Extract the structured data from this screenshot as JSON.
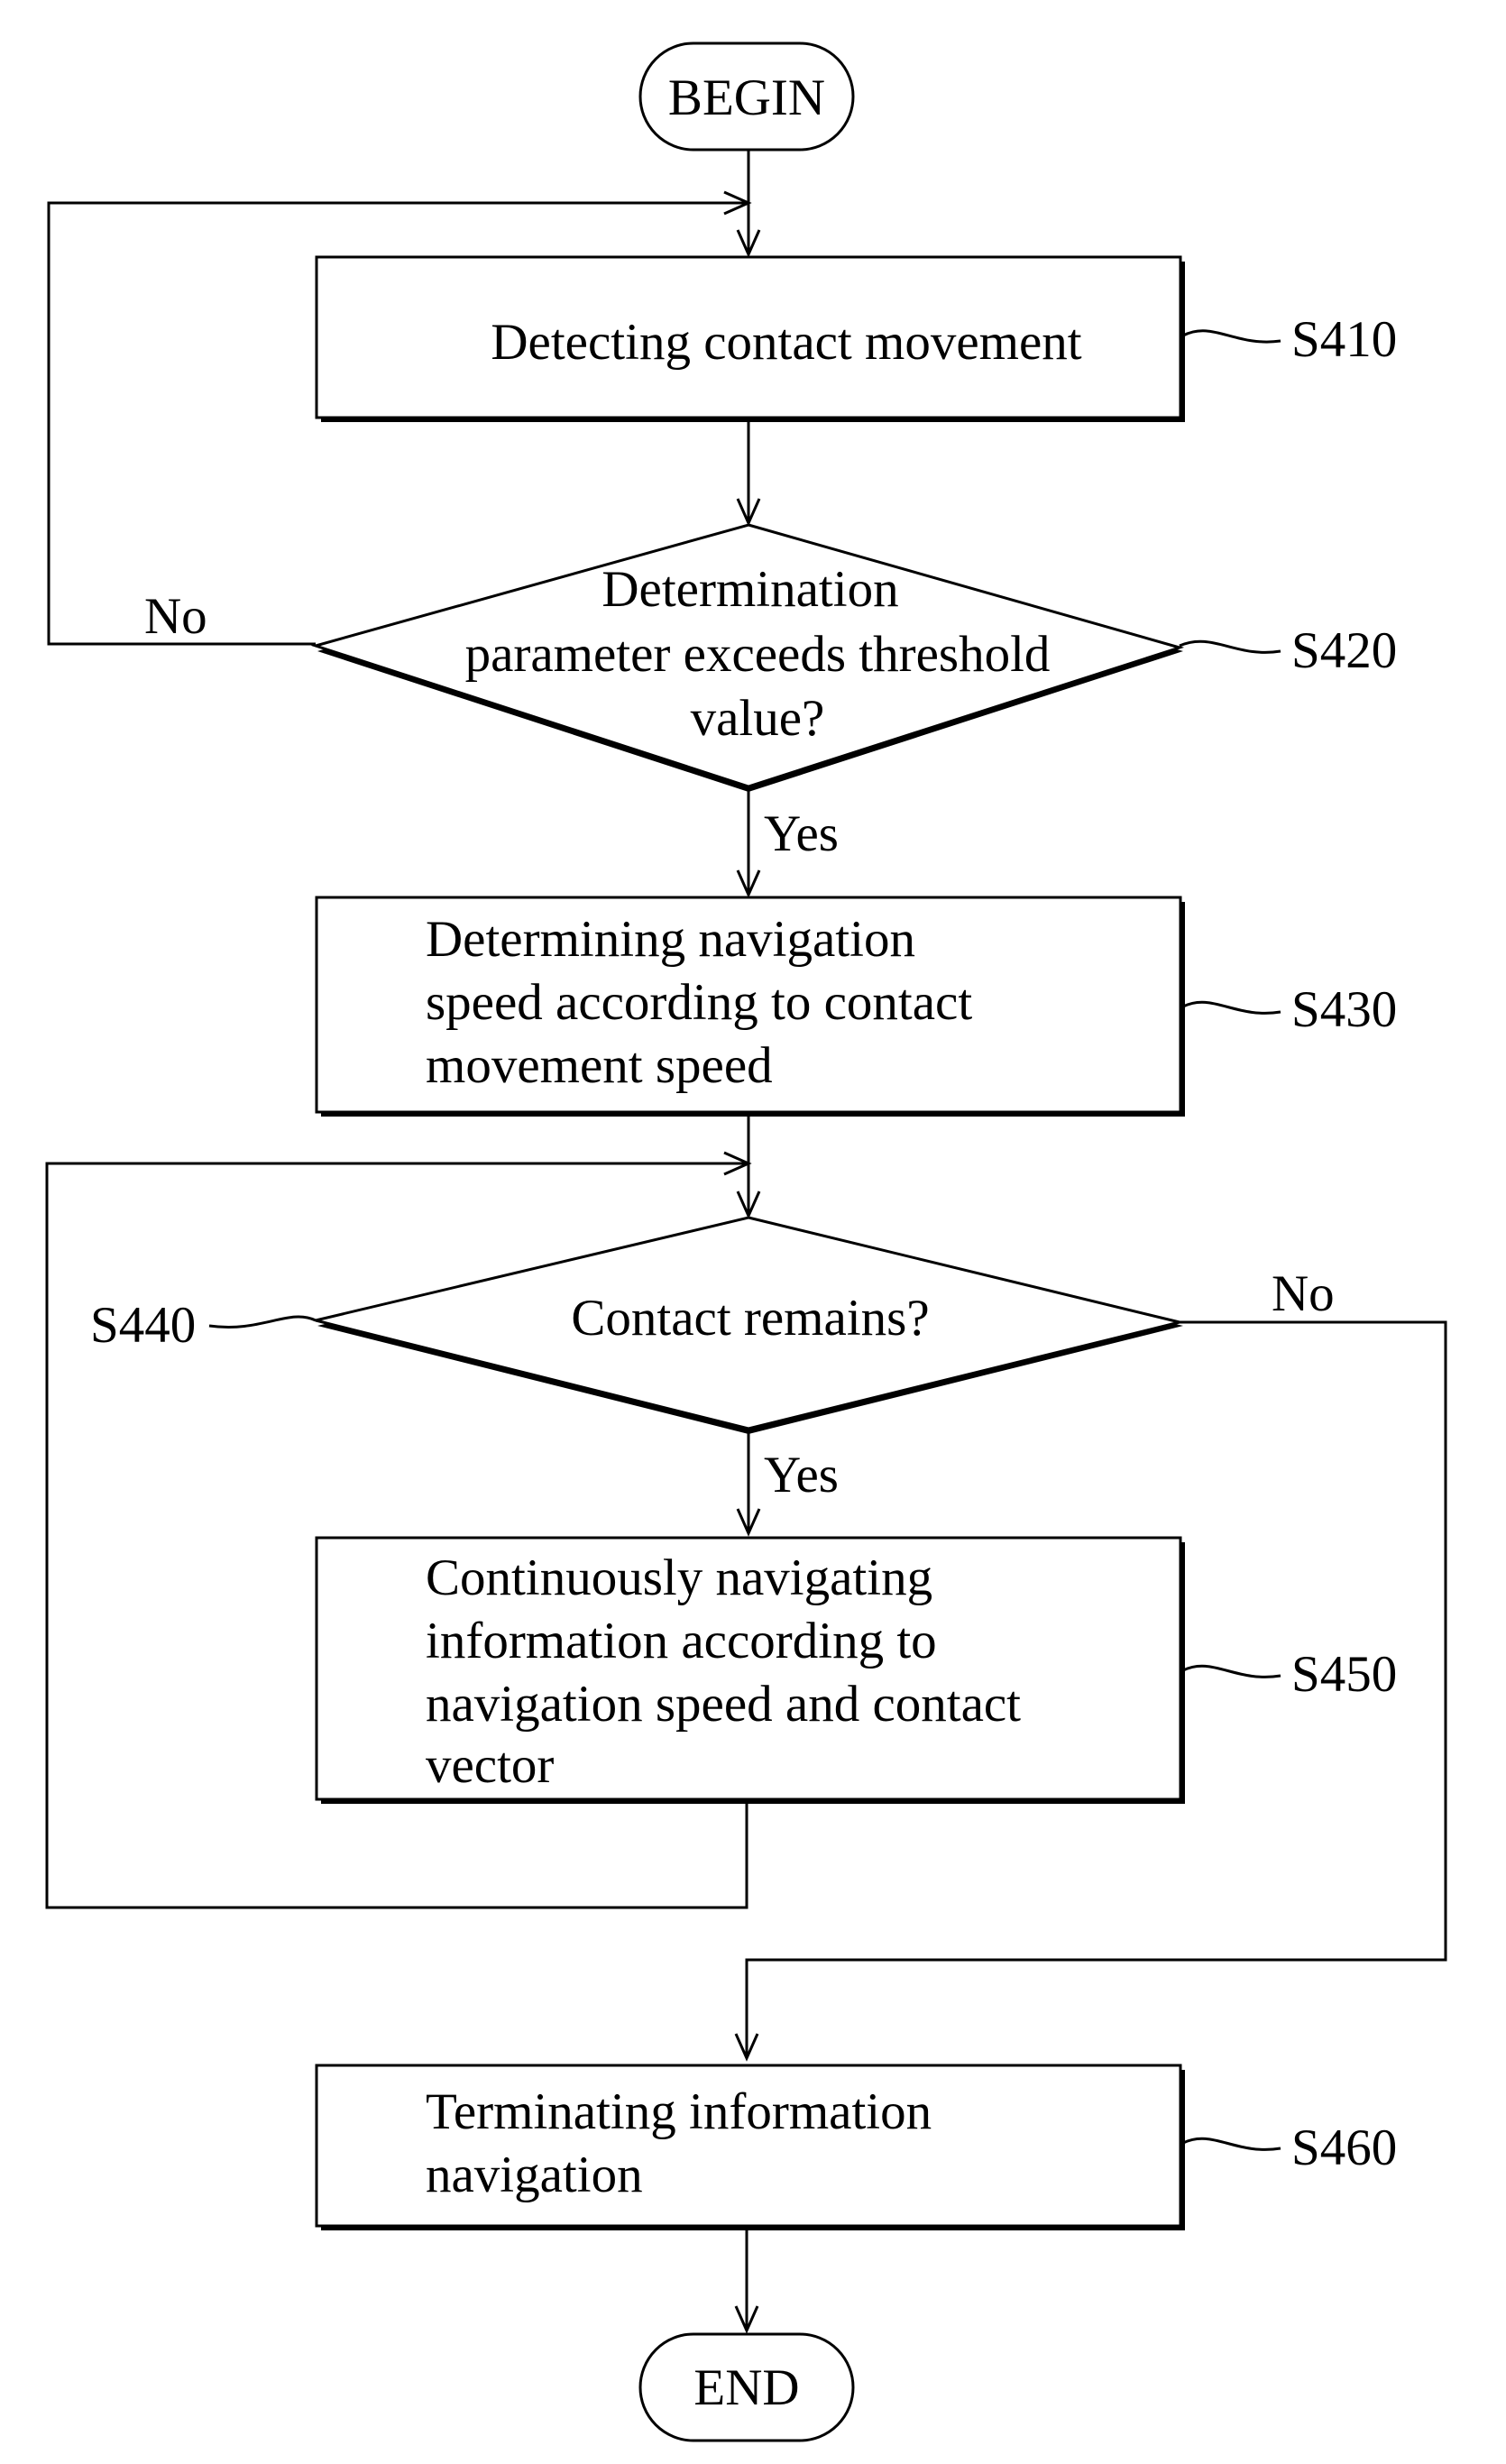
{
  "flowchart": {
    "begin": "BEGIN",
    "end": "END",
    "steps": {
      "s410": {
        "id": "S410",
        "lines": [
          "Detecting contact movement"
        ]
      },
      "s420": {
        "id": "S420",
        "lines": [
          "Determination",
          "parameter exceeds threshold",
          "value?"
        ]
      },
      "s430": {
        "id": "S430",
        "lines": [
          "Determining navigation",
          "speed according to contact",
          "movement speed"
        ]
      },
      "s440": {
        "id": "S440",
        "lines": [
          "Contact remains?"
        ]
      },
      "s450": {
        "id": "S450",
        "lines": [
          "Continuously navigating",
          "information according to",
          "navigation speed and contact",
          "vector"
        ]
      },
      "s460": {
        "id": "S460",
        "lines": [
          "Terminating information",
          "navigation"
        ]
      }
    },
    "branch_labels": {
      "s420_no": "No",
      "s420_yes": "Yes",
      "s440_no": "No",
      "s440_yes": "Yes"
    }
  }
}
